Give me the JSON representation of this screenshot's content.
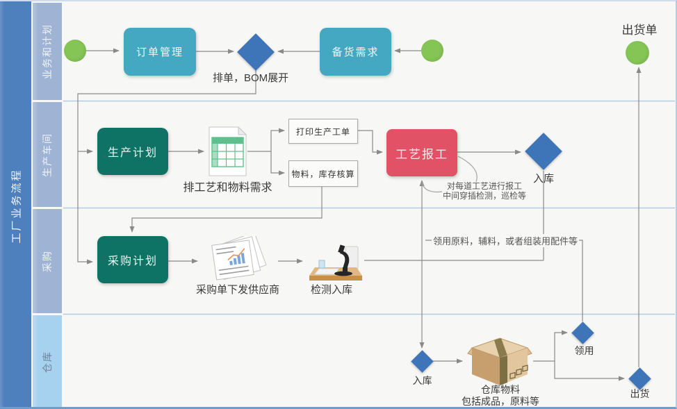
{
  "sidebar": {
    "title": "工厂业务流程"
  },
  "lanes": [
    {
      "label": "业务和计划"
    },
    {
      "label": "生产车间"
    },
    {
      "label": "采购"
    },
    {
      "label": "仓库"
    }
  ],
  "plan_lane": {
    "order_mgmt": "订单管理",
    "bom_note": "排单，BOM展开",
    "stock_demand": "备货需求",
    "ship_doc": "出货单"
  },
  "production_lane": {
    "production_plan": "生产计划",
    "process_material_caption": "排工艺和物料需求",
    "print_work_order": "打印生产工单",
    "material_inventory": "物料，库存核算",
    "process_report": "工艺报工",
    "warehouse_in_label": "入库",
    "report_note_line1": "对每道工艺进行报工",
    "report_note_line2": "中间穿插检测，巡检等"
  },
  "purchase_lane": {
    "purchase_plan": "采购计划",
    "purchase_order_caption": "采购单下发供应商",
    "inspect_caption": "检测入库",
    "requisition_note": "领用原料，辅料，或者组装用配件等"
  },
  "warehouse_lane": {
    "in_label": "入库",
    "material_line1": "仓库物料",
    "material_line2": "包括成品，原料等",
    "requisition_label": "领用",
    "ship_out_label": "出货"
  },
  "icons": {
    "spreadsheet": "spreadsheet-icon",
    "documents": "documents-stack-icon",
    "inspection": "microscope-inspection-icon",
    "carton": "carton-box-icon"
  },
  "colors": {
    "spine_blue": "#4d80bd",
    "lane_strip": "#9fb3d4",
    "warehouse_strip": "#a6d1ef",
    "teal_node": "#44a8c2",
    "dark_teal_node": "#0e7265",
    "red_node": "#e25266",
    "diamond_blue": "#3e74b8",
    "event_green": "#85c556",
    "connector_gray": "#8a8a8a",
    "canvas_bg": "#f7f7f5"
  }
}
